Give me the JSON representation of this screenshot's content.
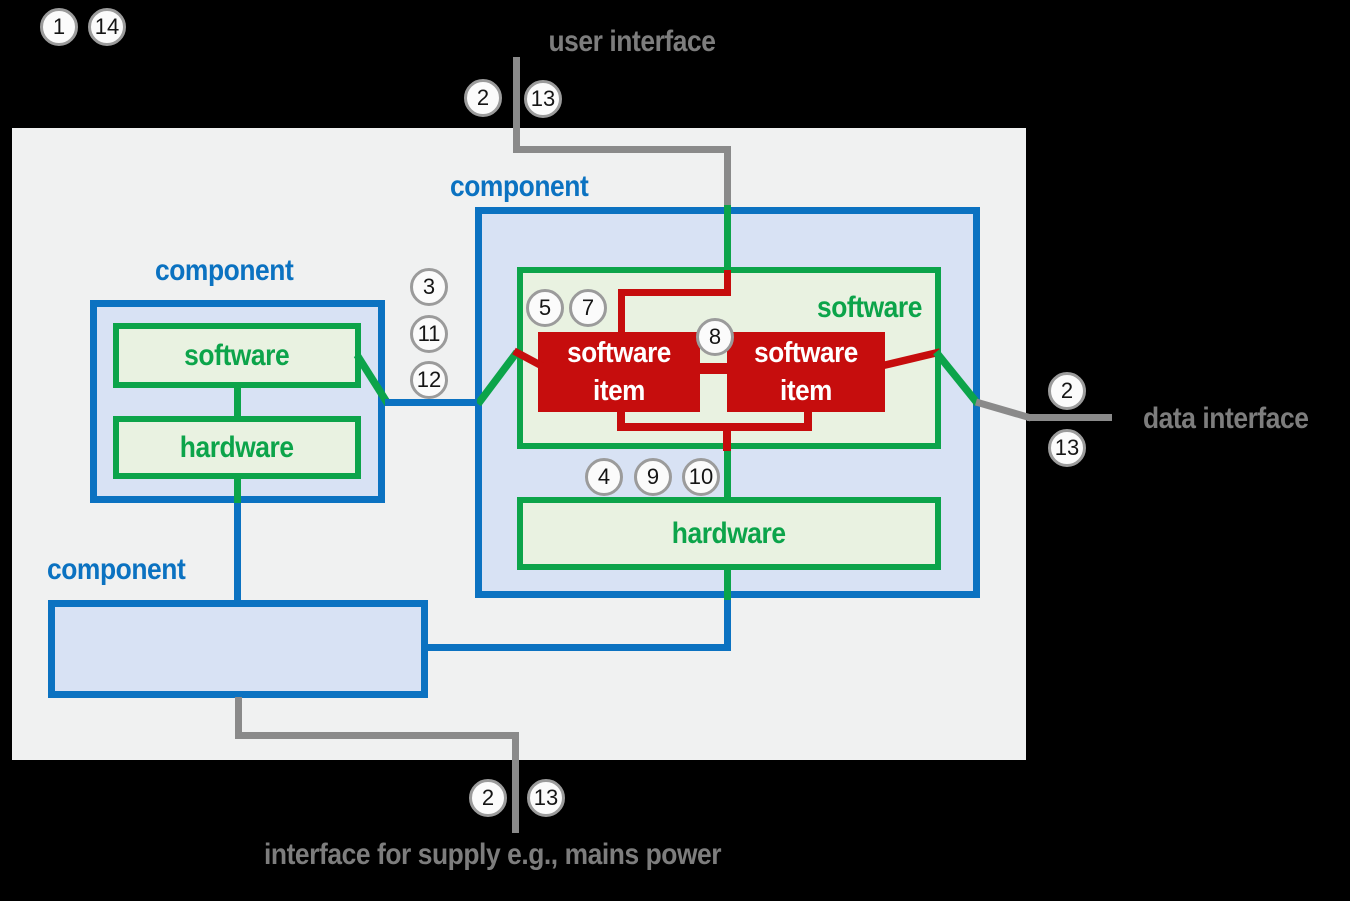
{
  "colors": {
    "blue": "#0b72c1",
    "green": "#0ca44a",
    "red": "#c60d0d",
    "gray_line": "#8a8a8a",
    "gray_text": "#7d7d7d",
    "component_fill": "#d8e2f4",
    "software_fill": "#e9f2e1",
    "canvas": "#f0f1f1",
    "page_bg": "#000000",
    "badge_fill": "#fbfbfb",
    "badge_border": "#9b9b9b",
    "item_text": "#ffffff"
  },
  "interfaces": {
    "user": {
      "label": "user interface"
    },
    "data": {
      "label": "data interface"
    },
    "supply": {
      "label": "interface for supply e.g., mains power"
    }
  },
  "components": {
    "main": {
      "label": "component",
      "software": {
        "label": "software",
        "items": [
          {
            "label": "software item"
          },
          {
            "label": "software item"
          }
        ]
      },
      "hardware": {
        "label": "hardware"
      }
    },
    "left": {
      "label": "component",
      "software": {
        "label": "software"
      },
      "hardware": {
        "label": "hardware"
      }
    },
    "bottom": {
      "label": "component"
    }
  },
  "badges": {
    "top_left": [
      "1",
      "14"
    ],
    "user_interface": [
      "2",
      "13"
    ],
    "between_components": [
      "3",
      "11",
      "12"
    ],
    "software_top": [
      "5",
      "7"
    ],
    "between_items": [
      "8"
    ],
    "above_hardware": [
      "4",
      "9",
      "10"
    ],
    "data_interface": [
      "2",
      "13"
    ],
    "supply_interface": [
      "2",
      "13"
    ]
  }
}
